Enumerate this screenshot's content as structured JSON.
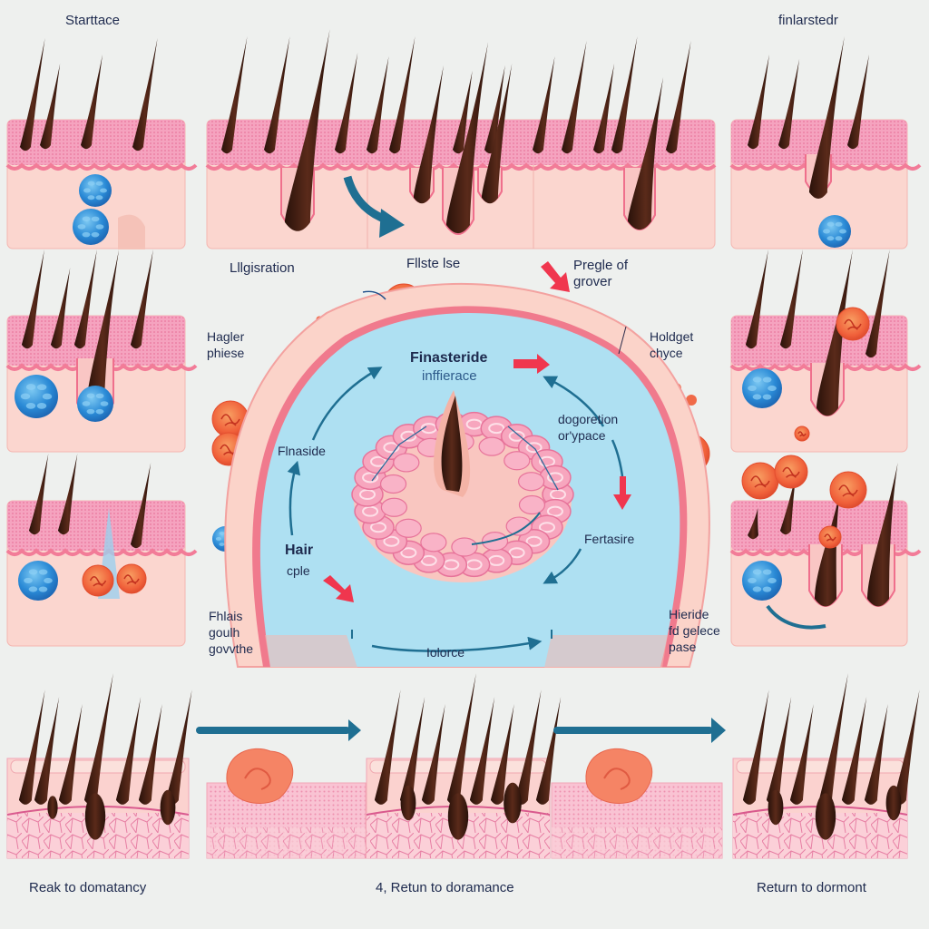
{
  "colors": {
    "background": "#eef0ee",
    "epidermis": "#f4a6bf",
    "dermis": "#fbd6cf",
    "hair": "#3b1a10",
    "blue_cell": "#2f8fd8",
    "orange_cell": "#f0643a",
    "teal_arrow": "#1f6f92",
    "red_arrow": "#f0364e",
    "cycle_fill": "#aee0f2",
    "cycle_rim": "#f0768a"
  },
  "top_labels": {
    "left": "Starttace",
    "right": "finlarstedr"
  },
  "middle_labels": {
    "l1": "Lllgisration",
    "l2": "Fllste lse",
    "l3": "Pregle of\ngrover",
    "l4": "Hagler\nphiese",
    "l5": "Holdget\nchyce",
    "l6": "Fhlais\ngoulh\ngovvthe",
    "l7": "Hieride\nfd gelece\npase"
  },
  "cycle": {
    "title": "Finasteride",
    "subtitle": "inffierace",
    "left_label": "Flnaside",
    "right_label": "dogoretion\nor'ypace",
    "lower_right_label": "Fertasire",
    "hair_label": "Hair",
    "hair_sublabel": "cple",
    "bottom_label": "Iolorce"
  },
  "bottom_labels": {
    "left": "Reak to domatancy",
    "center": "4, Retun to doramance",
    "right": "Return to dormont"
  },
  "icons": {
    "flow_arrow": "right-arrow",
    "cycle_arrow": "curved-arrow",
    "indicator_arrow": "red-arrow"
  }
}
